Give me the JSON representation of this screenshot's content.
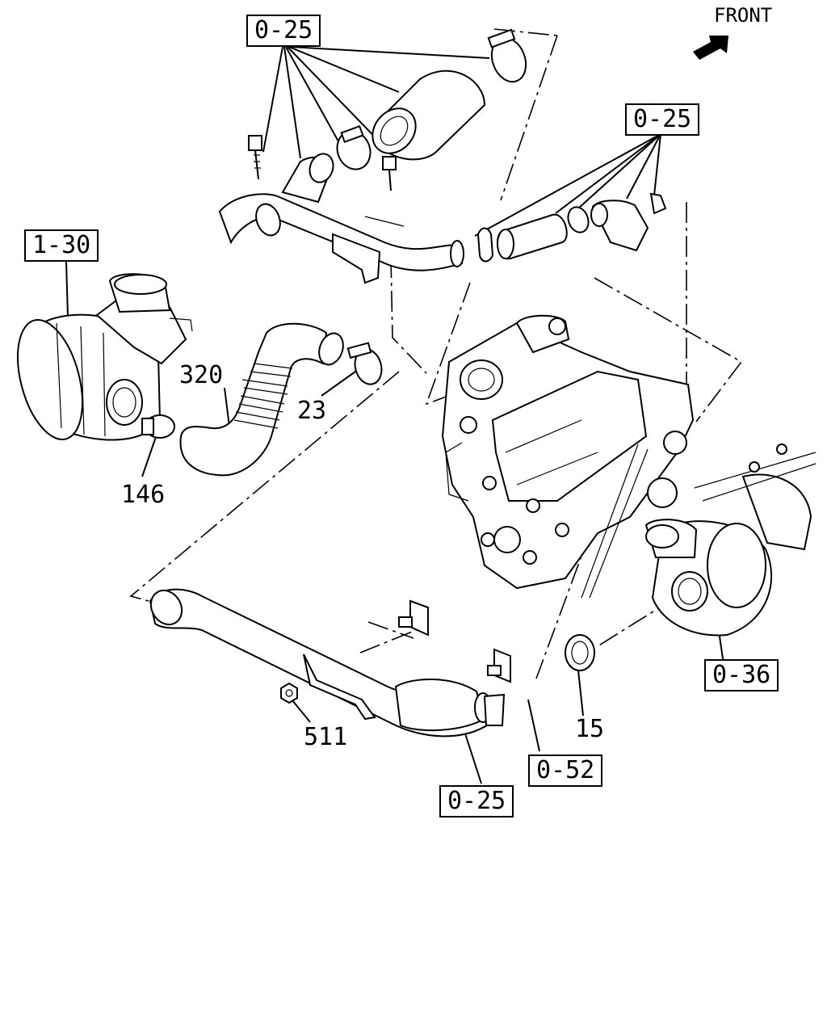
{
  "orientation": {
    "front_label": "FRONT",
    "icon": "arrow-icon"
  },
  "ref_boxes": {
    "top_left": "0-25",
    "top_right": "0-25",
    "air_cleaner": "1-30",
    "turbo": "0-36",
    "bracket": "0-52",
    "bottom": "0-25"
  },
  "part_numbers": {
    "hose": "320",
    "clamp_small": "23",
    "clamp_air_cleaner": "146",
    "nut": "511",
    "seal": "15"
  },
  "colors": {
    "line": "#000000",
    "background": "#ffffff"
  }
}
